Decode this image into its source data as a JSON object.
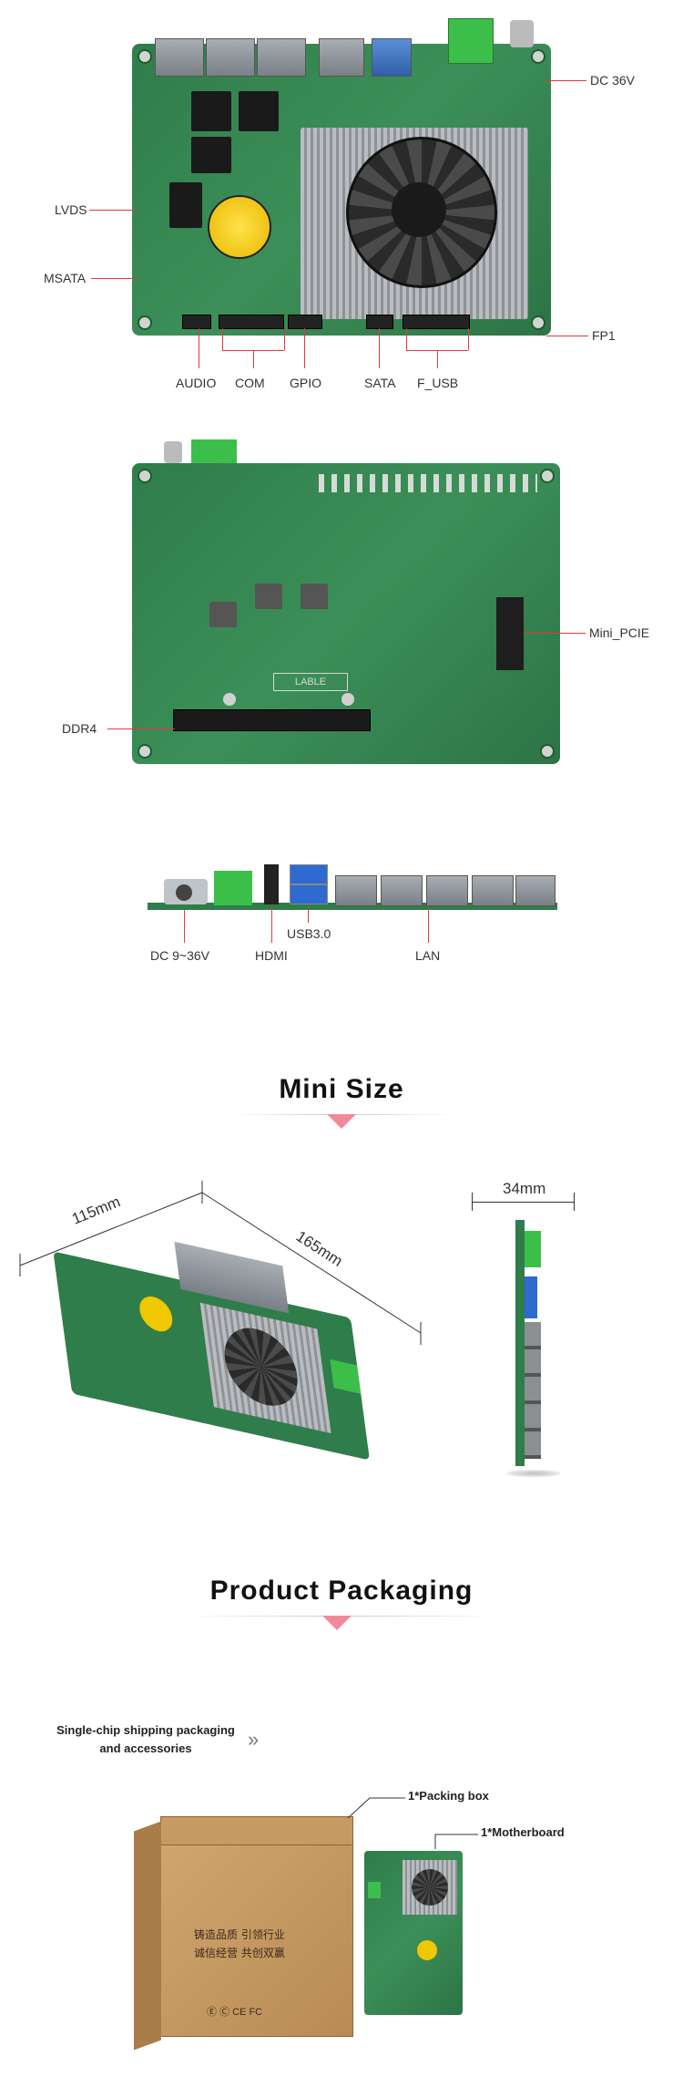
{
  "board_top": {
    "labels": {
      "dc": "DC 36V",
      "lvds": "LVDS",
      "msata": "MSATA",
      "fp1": "FP1",
      "audio": "AUDIO",
      "com": "COM",
      "gpio": "GPIO",
      "sata": "SATA",
      "f_usb": "F_USB"
    }
  },
  "board_bottom": {
    "labels": {
      "mini_pcie": "Mini_PCIE",
      "ddr4": "DDR4"
    },
    "silk_text": "LABLE"
  },
  "board_side": {
    "labels": {
      "dc": "DC 9~36V",
      "hdmi": "HDMI",
      "usb": "USB3.0",
      "lan": "LAN"
    }
  },
  "mini_size": {
    "title": "Mini Size",
    "dims": {
      "width": "115mm",
      "length": "165mm",
      "height": "34mm"
    }
  },
  "packaging": {
    "title": "Product Packaging",
    "intro_line1": "Single-chip shipping packaging",
    "intro_line2": "and accessories",
    "arrow_glyph": "»",
    "item_box": "1*Packing box",
    "item_board": "1*Motherboard",
    "box_text_line1": "铸造品质  引领行业",
    "box_text_line2": "诚信经营  共创双赢"
  },
  "colors": {
    "accent": "#e23a3a",
    "triangle": "#f08a9a",
    "pcb_green": "#2f7d4a",
    "cardboard": "#c79a63"
  }
}
